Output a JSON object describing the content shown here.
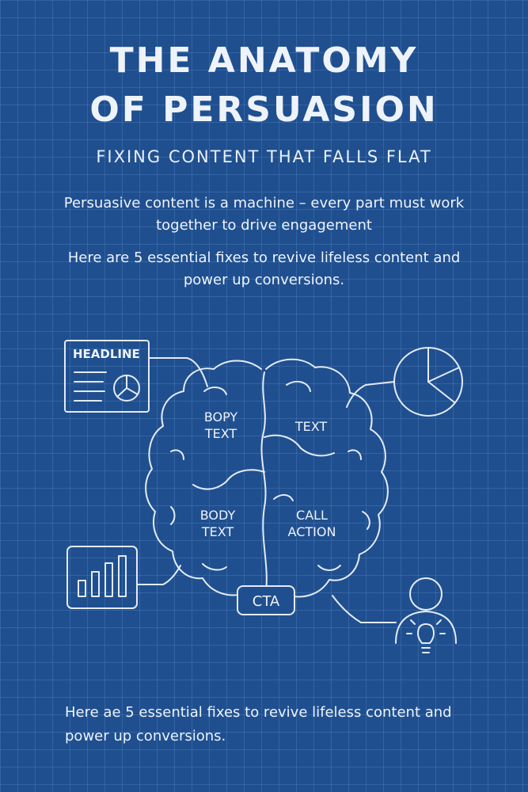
{
  "header": {
    "title_line1": "THE ANATOMY",
    "title_line2": "OF PERSUASION",
    "subtitle": "FIXING CONTENT THAT FALLS FLAT"
  },
  "intro": {
    "paragraph1": "Persuasive content is a machine – every part must work together to drive engagement",
    "paragraph2": "Here are 5 essential fixes to revive lifeless content and power up conversions."
  },
  "diagram": {
    "headline_card": "HEADLINE",
    "brain_upper_left": [
      "BOPY",
      "TEXT"
    ],
    "brain_upper_right": "TEXT",
    "brain_lower_left": [
      "BODY",
      "TEXT"
    ],
    "brain_lower_right": [
      "CALL",
      "ACTION"
    ],
    "cta_button": "CTA",
    "icons": [
      "headline-card-icon",
      "pie-chart-icon",
      "bar-chart-icon",
      "user-lightbulb-icon",
      "brain-icon"
    ]
  },
  "footer": {
    "text": "Here ae 5 essential fixes to revive lifeless content and power up conversions."
  },
  "colors": {
    "background": "#1f4f8f",
    "grid": "#78aae6",
    "line": "#e4ebf5"
  }
}
